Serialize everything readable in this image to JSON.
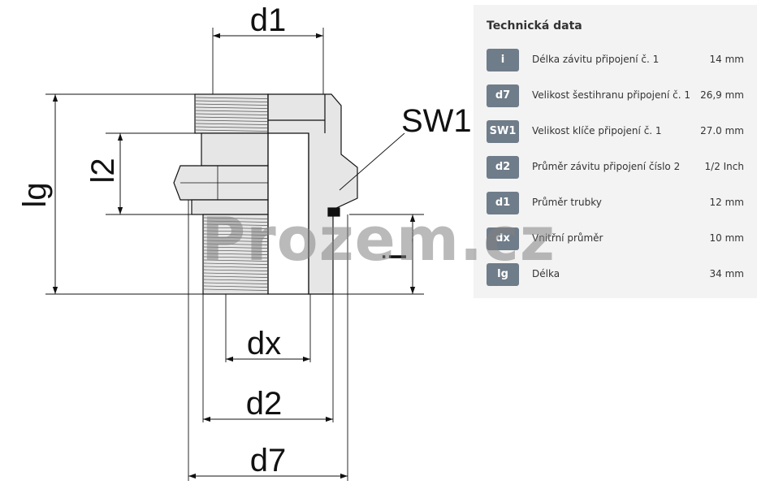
{
  "drawing": {
    "labels": {
      "d1": "d1",
      "sw1": "SW1",
      "lg": "lg",
      "l2": "l2",
      "i": "i",
      "dx": "dx",
      "d2": "d2",
      "d7": "d7"
    }
  },
  "watermark": "Prozem.cz",
  "panel": {
    "title": "Technická data",
    "rows": [
      {
        "code": "i",
        "label": "Délka závitu připojení č. 1",
        "value": "14 mm"
      },
      {
        "code": "d7",
        "label": "Velikost šestihranu připojení č. 1",
        "value": "26,9 mm"
      },
      {
        "code": "SW1",
        "label": "Velikost klíče připojení č. 1",
        "value": "27.0 mm"
      },
      {
        "code": "d2",
        "label": "Průměr závitu připojení číslo 2",
        "value": "1/2 Inch"
      },
      {
        "code": "d1",
        "label": "Průměr trubky",
        "value": "12 mm"
      },
      {
        "code": "dx",
        "label": "Vnitřní průměr",
        "value": "10 mm"
      },
      {
        "code": "lg",
        "label": "Délka",
        "value": "34 mm"
      }
    ]
  },
  "colors": {
    "body_fill": "#e6e6e6",
    "line": "#111111",
    "badge": "#6f7c8a",
    "panel_bg": "#f3f3f3"
  }
}
